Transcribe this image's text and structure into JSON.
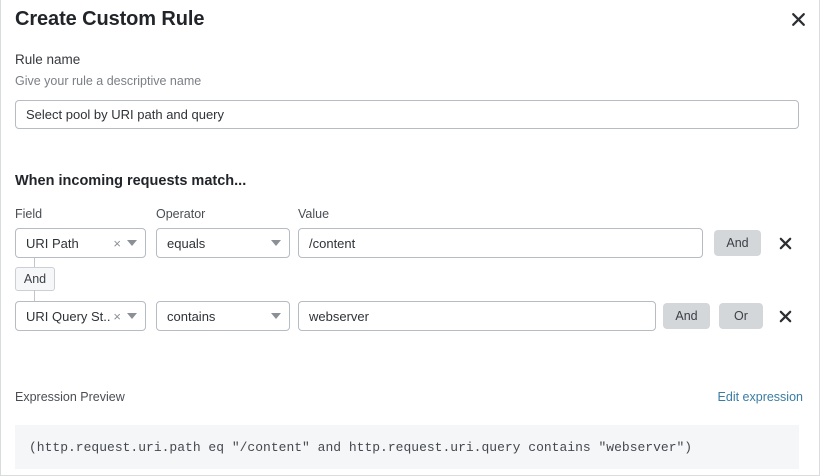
{
  "modal": {
    "title": "Create Custom Rule",
    "close_icon": "close-icon"
  },
  "rule_name": {
    "label": "Rule name",
    "help": "Give your rule a descriptive name",
    "value": "Select pool by URI path and query",
    "placeholder": ""
  },
  "match_section": {
    "heading": "When incoming requests match...",
    "columns": {
      "field": "Field",
      "operator": "Operator",
      "value": "Value"
    },
    "connector": {
      "label": "And"
    },
    "rows": [
      {
        "field": "URI Path",
        "field_clear_icon": "clear-icon",
        "field_caret_icon": "chevron-down-icon",
        "operator": "equals",
        "operator_caret_icon": "chevron-down-icon",
        "value": "/content",
        "and_label": "And",
        "delete_icon": "close-icon"
      },
      {
        "field": "URI Query St...",
        "field_clear_icon": "clear-icon",
        "field_caret_icon": "chevron-down-icon",
        "operator": "contains",
        "operator_caret_icon": "chevron-down-icon",
        "value": "webserver",
        "and_label": "And",
        "or_label": "Or",
        "delete_icon": "close-icon"
      }
    ]
  },
  "expression_preview": {
    "label": "Expression Preview",
    "edit_link": "Edit expression",
    "expression": "(http.request.uri.path eq \"/content\" and http.request.uri.query contains \"webserver\")"
  },
  "colors": {
    "link": "#3a7ca5",
    "pill_bg": "#d4d7da",
    "border": "#b6bcc2",
    "preview_bg": "#f5f6f7"
  }
}
